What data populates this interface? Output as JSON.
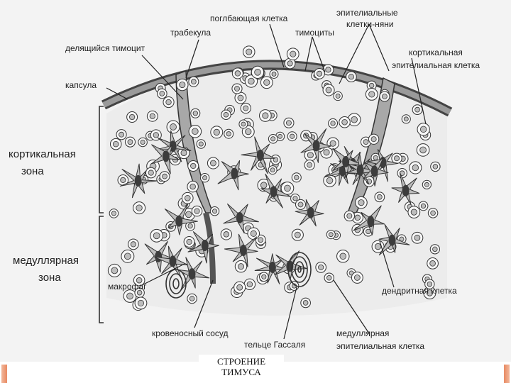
{
  "labels": {
    "engulfing_cell": "поглбающая клетка",
    "epithelial_cells": "эпителиальные",
    "epithelial_cells_2": "клетки-няни",
    "trabecula": "трабекула",
    "thymocytes": "тимоциты",
    "dividing_thymocyte": "делящийся тимоцит",
    "cortical_epithelial": "кортикальная",
    "cortical_epithelial_2": "эпителиальная клетка",
    "capsule": "капсула",
    "cortical_zone": "кортикальная",
    "cortical_zone_2": "зона",
    "medullary_zone": "медуллярная",
    "medullary_zone_2": "зона",
    "macrophage": "макрофаг",
    "blood_vessel": "кровеносный сосуд",
    "hassall_body": "тельце Гассаля",
    "medullary_epithelial": "медуллярная",
    "medullary_epithelial_2": "эпителиальная клетка",
    "dendritic_cell": "дендритная клетка"
  },
  "caption": {
    "line1": "СТРОЕНИЕ",
    "line2": "ТИМУСА"
  },
  "colors": {
    "background": "#f3f3f3",
    "cell_fill": "#bdbdbd",
    "nucleus": "#3c3c3c",
    "line": "#333333"
  }
}
